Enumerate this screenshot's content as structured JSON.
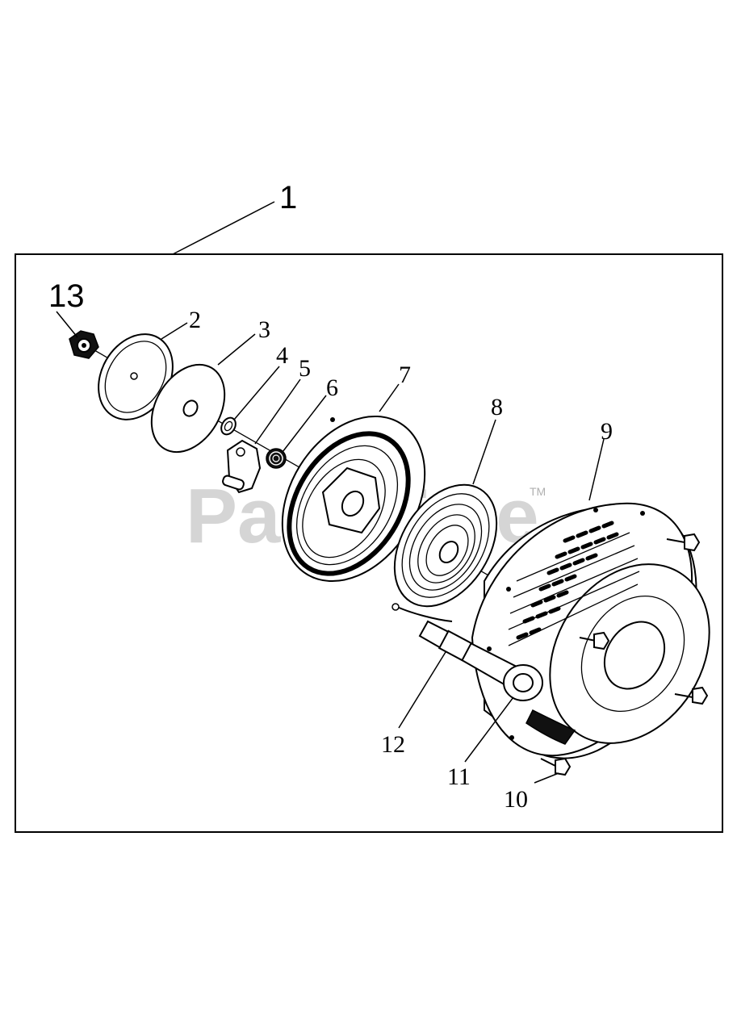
{
  "watermark": {
    "text": "PartsTree",
    "tm": "TM"
  },
  "callouts": {
    "c1": "1",
    "c2": "2",
    "c3": "3",
    "c4": "4",
    "c5": "5",
    "c6": "6",
    "c7": "7",
    "c8": "8",
    "c9": "9",
    "c10": "10",
    "c11": "11",
    "c12": "12",
    "c13": "13"
  },
  "parts": [
    "screw",
    "cover-plate",
    "washer",
    "small-washer",
    "ratchet-pawl",
    "pawl-spring",
    "rope-pulley",
    "recoil-spring",
    "starter-housing",
    "bolt",
    "handle-bracket",
    "starter-handle",
    "nut"
  ]
}
